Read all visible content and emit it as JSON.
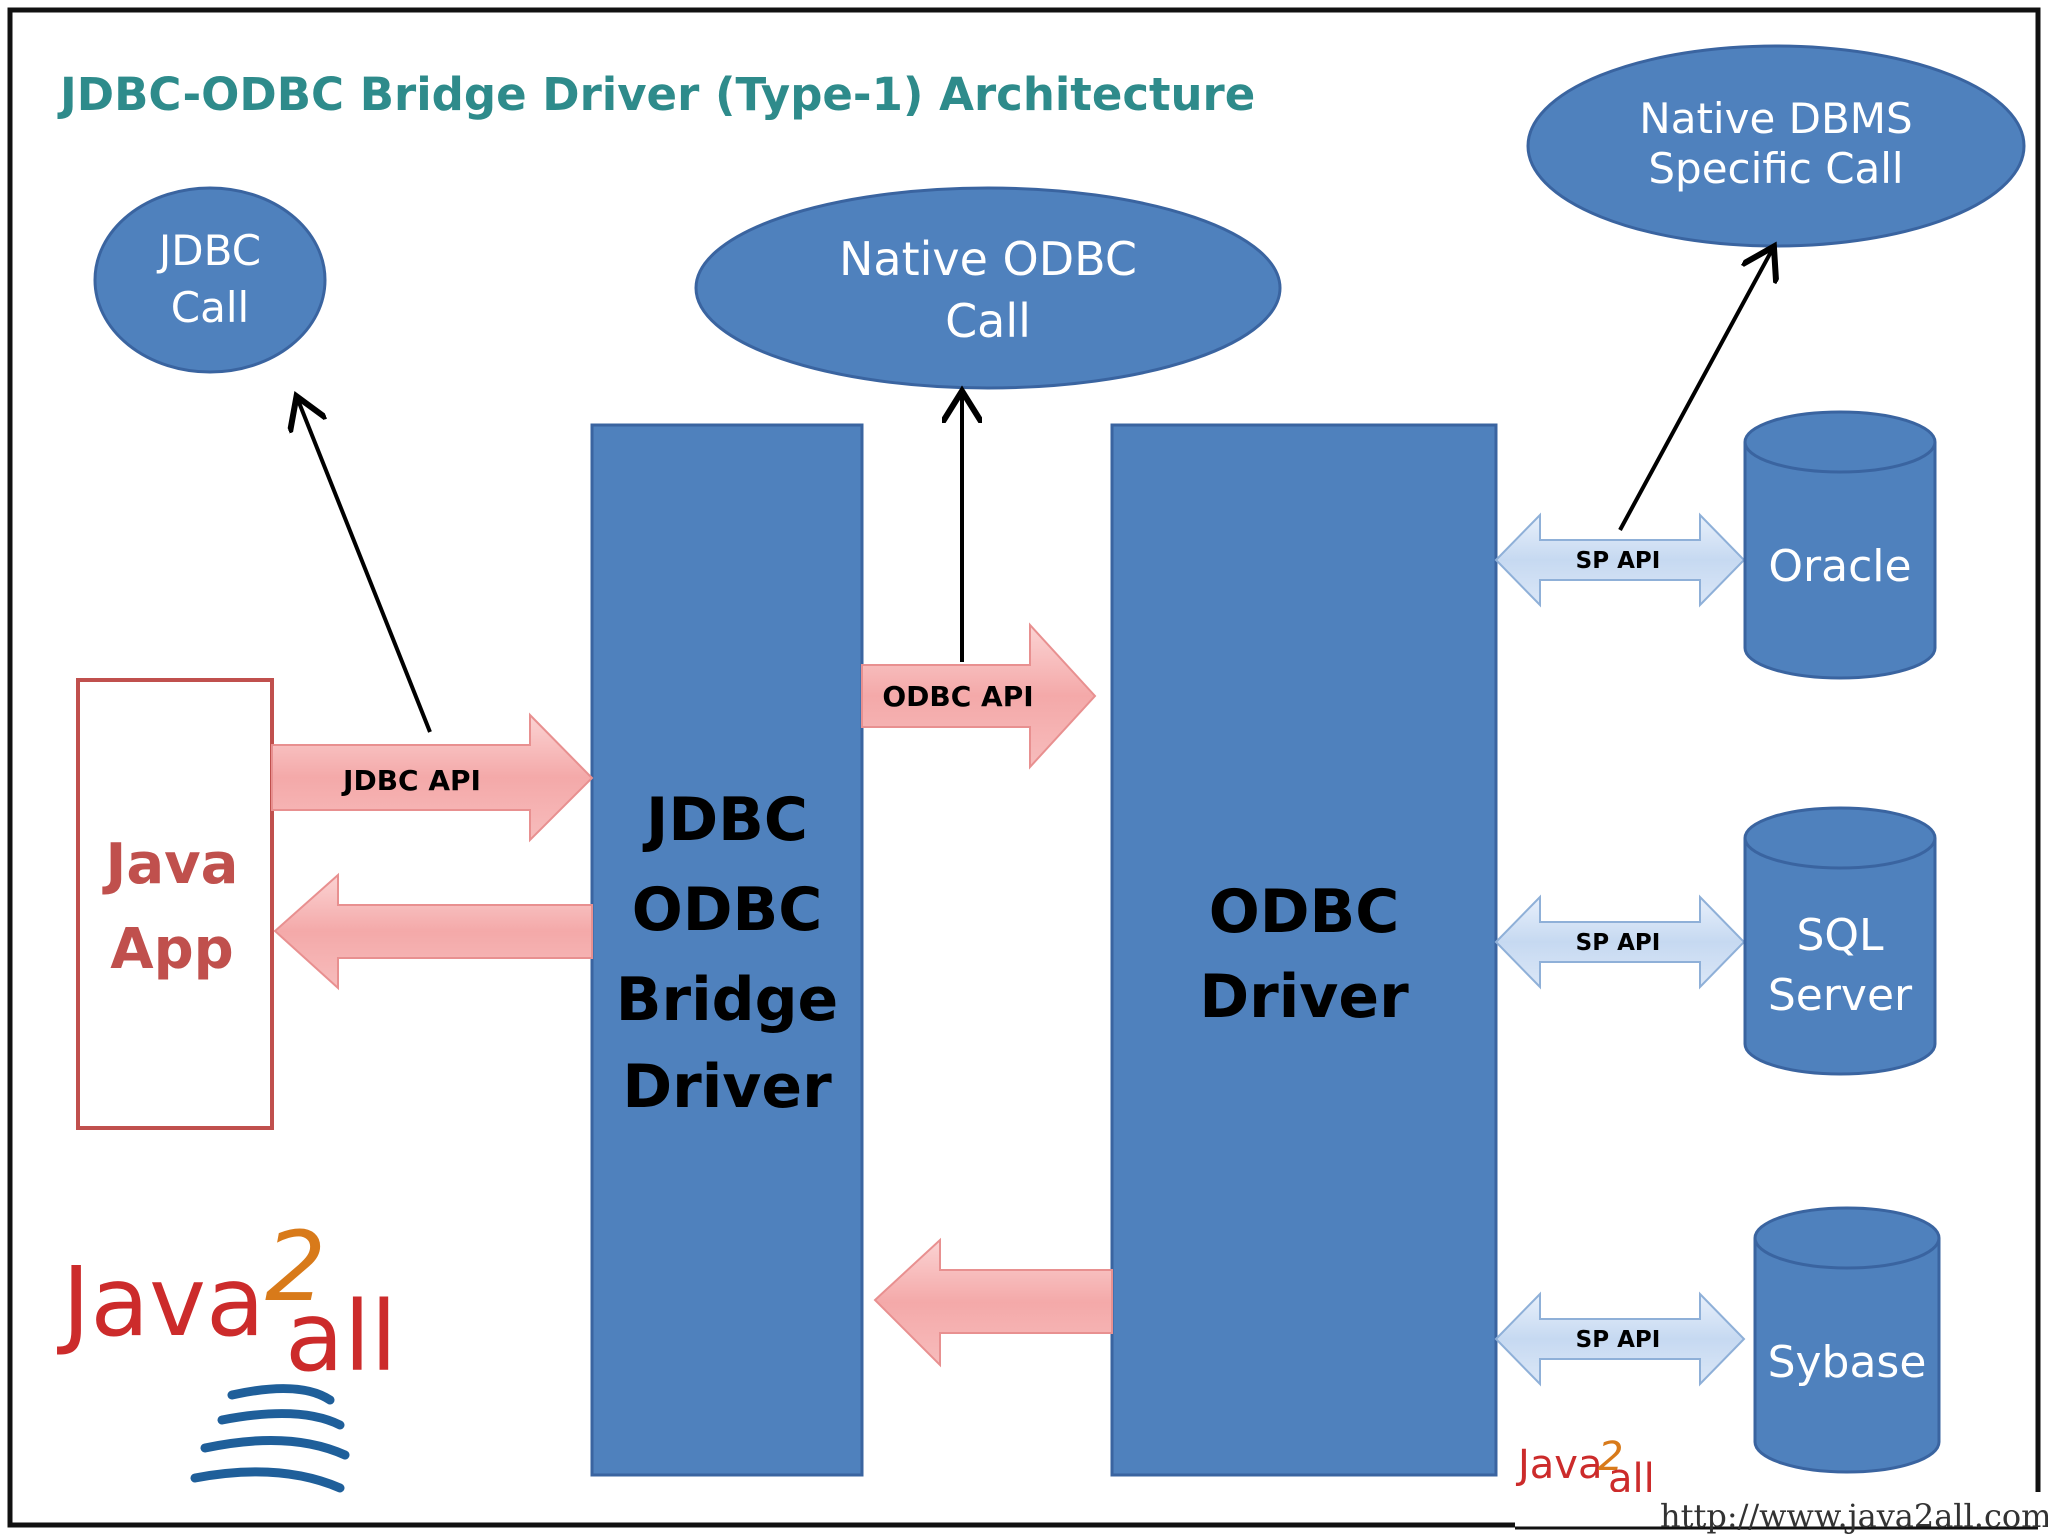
{
  "title": "JDBC-ODBC Bridge Driver (Type-1) Architecture",
  "colors": {
    "title": "#2e8b8b",
    "block_fill": "#4f81bd",
    "block_stroke": "#3a64a0",
    "ellipse_fill": "#4f81bd",
    "pink_arrow": "#f4a9a9",
    "blue_arrow": "#c6d9f1",
    "java_app": "#c0504d",
    "url": "#333333"
  },
  "java_app": {
    "line1": "Java",
    "line2": "App"
  },
  "jdbc_call": {
    "line1": "JDBC",
    "line2": "Call"
  },
  "native_odbc_call": {
    "line1": "Native ODBC",
    "line2": "Call"
  },
  "native_dbms_call": {
    "line1": "Native DBMS",
    "line2": "Specific Call"
  },
  "bridge_driver": {
    "lines": [
      "JDBC",
      "ODBC",
      "Bridge",
      "Driver"
    ]
  },
  "odbc_driver": {
    "lines": [
      "ODBC",
      "Driver"
    ]
  },
  "arrows": {
    "jdbc_api": "JDBC API",
    "odbc_api": "ODBC API",
    "sp_api": "SP API"
  },
  "databases": [
    "Oracle",
    "SQL Server",
    "Sybase"
  ],
  "logo": {
    "java": "Java",
    "two": "2",
    "all": "all",
    "icon": "java-cup-icon"
  },
  "url": "http://www.java2all.com"
}
